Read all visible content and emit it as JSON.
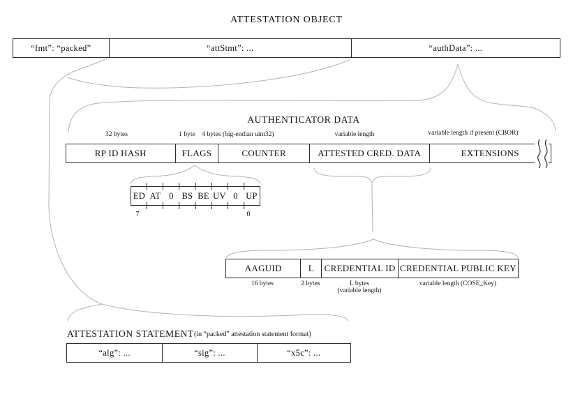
{
  "title": "ATTESTATION OBJECT",
  "colors": {
    "background": "#ffffff",
    "box_border": "#2b2b2b",
    "brace_line": "#b3b3b3",
    "text": "#111111"
  },
  "attestation_object": {
    "cells": [
      "“fmt”: “packed”",
      "“attStmt”: ...",
      "“authData”: ..."
    ]
  },
  "authenticator_data": {
    "title": "AUTHENTICATOR DATA",
    "size_labels": [
      "32 bytes",
      "1 byte",
      "4 bytes (big-endian uint32)",
      "variable length",
      "variable length if present (CBOR)"
    ],
    "cells": [
      "RP ID HASH",
      "FLAGS",
      "COUNTER",
      "ATTESTED CRED. DATA",
      "EXTENSIONS"
    ]
  },
  "flags": {
    "bits": [
      "ED",
      "AT",
      "0",
      "BS",
      "BE",
      "UV",
      "0",
      "UP"
    ],
    "msb_index": "7",
    "lsb_index": "0"
  },
  "attested_credential_data": {
    "cells": [
      "AAGUID",
      "L",
      "CREDENTIAL ID",
      "CREDENTIAL PUBLIC KEY"
    ],
    "size_labels": [
      "16 bytes",
      "2 bytes",
      "L bytes",
      "(variable length)",
      "variable length (COSE_Key)"
    ]
  },
  "attestation_statement": {
    "title": "ATTESTATION STATEMENT",
    "subtitle": "(in “packed” attestation statement format)",
    "cells": [
      "“alg”: ...",
      "“sig”: ...",
      "“x5c”: ..."
    ]
  }
}
